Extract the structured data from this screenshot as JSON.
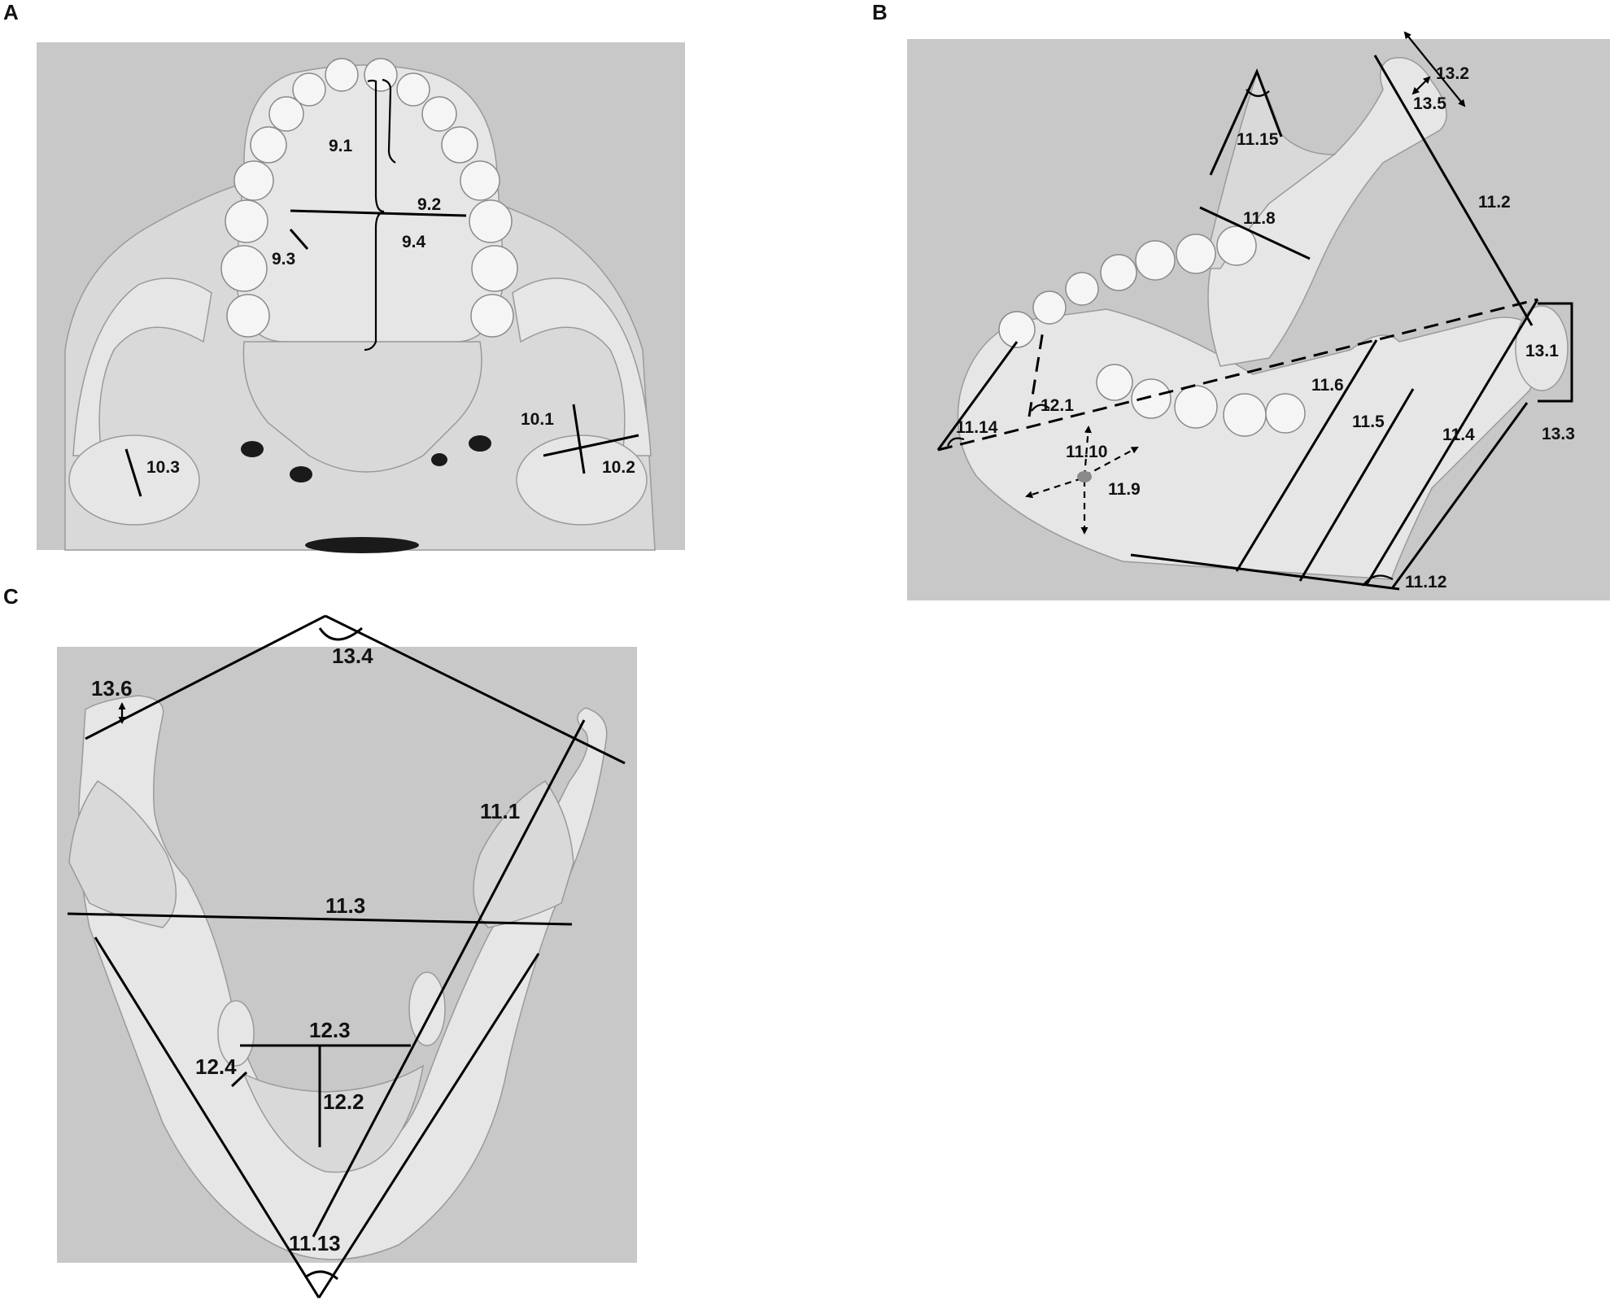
{
  "panels": {
    "A": {
      "letter": "A",
      "labels": {
        "m9_1": "9.1",
        "m9_2": "9.2",
        "m9_3": "9.3",
        "m9_4": "9.4",
        "m10_1": "10.1",
        "m10_2": "10.2",
        "m10_3": "10.3"
      }
    },
    "B": {
      "letter": "B",
      "labels": {
        "m11_15": "11.15",
        "m13_2": "13.2",
        "m13_5": "13.5",
        "m11_8": "11.8",
        "m11_2": "11.2",
        "m13_1": "13.1",
        "m13_3": "13.3",
        "m11_6": "11.6",
        "m11_5": "11.5",
        "m11_4": "11.4",
        "m12_1": "12.1",
        "m11_14": "11.14",
        "m11_10": "11.10",
        "m11_9": "11.9",
        "m11_12": "11.12"
      }
    },
    "C": {
      "letter": "C",
      "labels": {
        "m13_4": "13.4",
        "m13_6": "13.6",
        "m11_1": "11.1",
        "m11_3": "11.3",
        "m12_3": "12.3",
        "m12_4": "12.4",
        "m12_2": "12.2",
        "m11_13": "11.13"
      }
    }
  },
  "colors": {
    "background": "#c8c8c8",
    "bone": "#e6e6e6",
    "line": "#000000"
  }
}
